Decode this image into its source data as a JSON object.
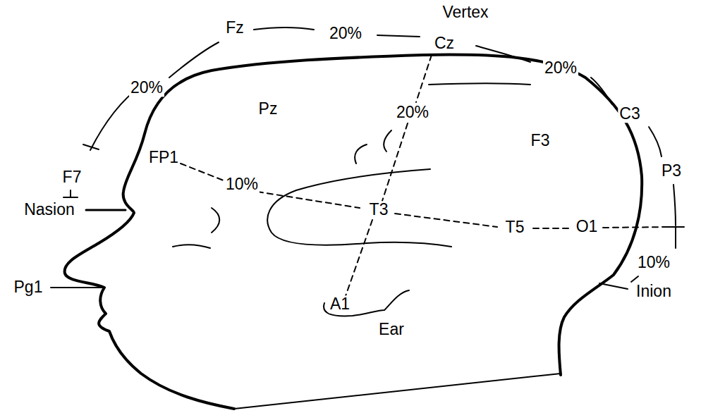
{
  "diagram": {
    "labels": [
      "Vertex",
      "20%",
      "Cz",
      "Fz",
      "20%",
      "20%",
      "Pz",
      "20%",
      "F3",
      "C3",
      "P3",
      "FP1",
      "F7",
      "10%",
      "Nasion",
      "T3",
      "T5",
      "O1",
      "10%",
      "Inion",
      "Pg1",
      "A1",
      "Ear"
    ]
  }
}
